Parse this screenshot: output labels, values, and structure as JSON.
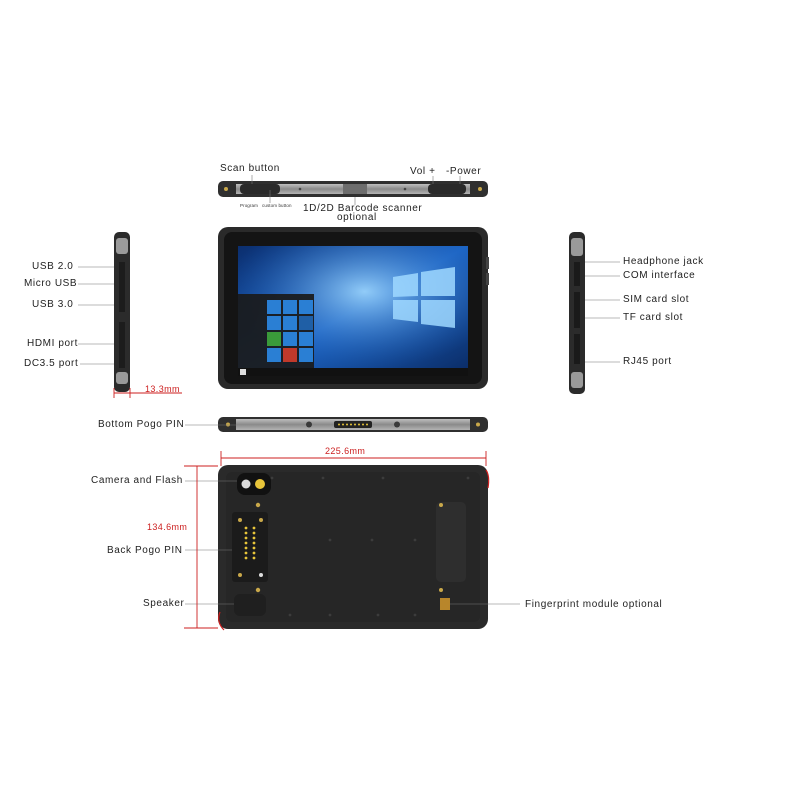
{
  "labels": {
    "scan_button": "Scan button",
    "vol": "Vol +",
    "power": "-Power",
    "program_button": "Program",
    "custom_button": "custom button",
    "barcode": "1D/2D Barcode scanner",
    "barcode_optional": "optional",
    "usb2": "USB 2.0",
    "micro_usb": "Micro USB",
    "usb3": "USB 3.0",
    "hdmi": "HDMI port",
    "dc35": "DC3.5 port",
    "headphone": "Headphone jack",
    "com": "COM interface",
    "sim": "SIM card slot",
    "tf": "TF card slot",
    "rj45": "RJ45 port",
    "bottom_pogo": "Bottom Pogo PIN",
    "camera_flash": "Camera and Flash",
    "back_pogo": "Back Pogo PIN",
    "speaker": "Speaker",
    "fingerprint": "Fingerprint module optional"
  },
  "dimensions": {
    "thickness": "13.3mm",
    "width": "225.6mm",
    "height": "134.6mm"
  },
  "colors": {
    "dimension": "#cc1f1f",
    "body": "#2b2b2b",
    "accent": "#e8c53a",
    "screen": "#0a3f8a"
  }
}
